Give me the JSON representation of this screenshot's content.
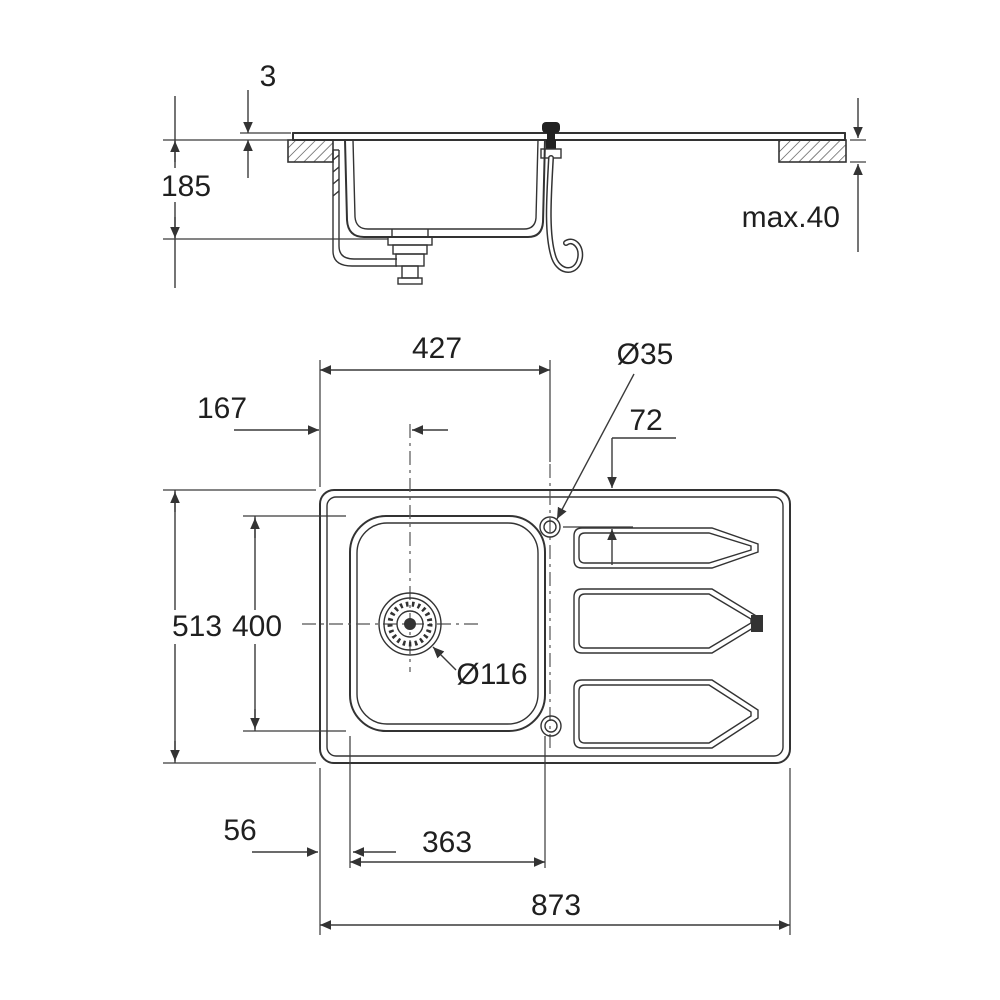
{
  "page": {
    "background": "#ffffff",
    "line_color": "#333333",
    "text_color": "#1f1f1f"
  },
  "section_view": {
    "dimensions": {
      "rim_height": "3",
      "bowl_depth": "185",
      "max_counter_thickness": "max.40"
    }
  },
  "plan_view": {
    "dimensions": {
      "tap_hole_from_left": "427",
      "tap_hole_diameter": "Ø35",
      "drain_center_from_left": "167",
      "tap_hole_from_edge": "72",
      "overall_depth": "513",
      "bowl_inner_width": "400",
      "drain_diameter": "Ø116",
      "bowl_inset_from_left": "56",
      "bowl_inner_length": "363",
      "overall_length": "873"
    }
  }
}
